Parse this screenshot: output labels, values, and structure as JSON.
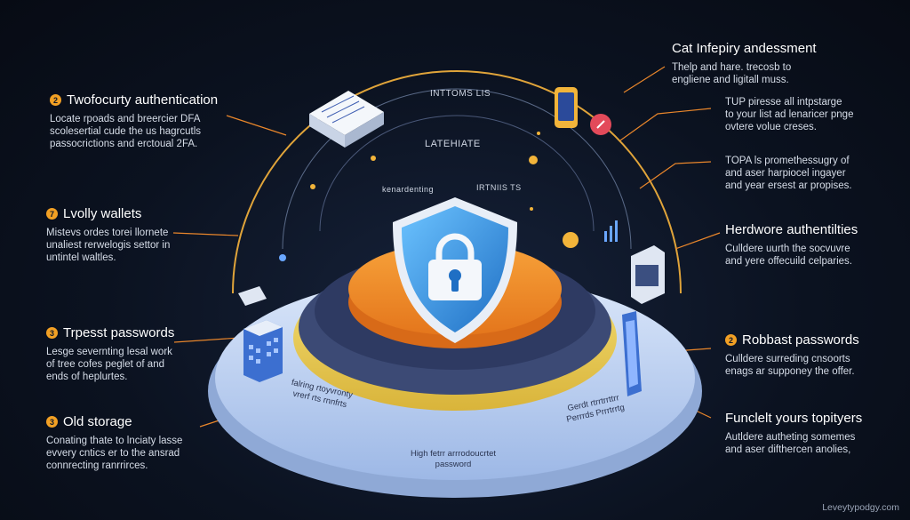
{
  "arc_top_label": "INTTOMS LIS",
  "arc_mid_label": "LATEHIATE",
  "arc_left_label": "kenardenting",
  "arc_right_label": "IRTNIIS TS",
  "center_label_line1": "High fetrr arrrodoucrtet",
  "center_label_line2": "password",
  "slab_left_label": "falring rtoyvronty\nvrerf rts rnnfrts",
  "slab_right_label": "Gerdt rtrrtrrttrr\nPerrrds Prrrtrrtg",
  "left_callouts": [
    {
      "num": "2",
      "title": "Twofocurty authentication",
      "body": "Locate rpoads and breercier DFA\nscolesertial cude the us hagrcutls\npassocrictions and erctoual 2FA."
    },
    {
      "num": "7",
      "title": "Lvolly wallets",
      "body": "Mistevs ordes torei llornete\nunaliest rerwelogis settor in\nuntintel waltles."
    },
    {
      "num": "3",
      "title": "Trpesst passwords",
      "body": "Lesge severnting lesal work\nof tree cofes peglet of and\nends of heplurtes."
    },
    {
      "num": "3",
      "title": "Old storage",
      "body": "Conating thate to lnciaty lasse\nevvery cntics er to the ansrad\nconnrecting ranrrirces."
    }
  ],
  "right_callouts": [
    {
      "num": "",
      "title": "Cat Infepiry andessment",
      "body": "Thelp and hare. trecosb to\nengliene and ligitall muss."
    },
    {
      "num": "",
      "title": "",
      "body": "TUP piresse all intpstarge\nto your list ad lenaricer pnge\novtere volue creses."
    },
    {
      "num": "",
      "title": "",
      "body": "TOPA ls promethessugry of\nand aser harpiocel ingayer\nand year ersest ar propises."
    },
    {
      "num": "",
      "title": "Herdwore authentilties",
      "body": "Culldere uurth the socvuvre\nand yere offecuild celparies."
    },
    {
      "num": "2",
      "title": "Robbast passwords",
      "body": "Culldere surreding cnsoorts\nenags ar supponey the offer."
    },
    {
      "num": "",
      "title": "Funclelt yours topityers",
      "body": "Autldere autheting somemes\nand aser difthercen anolies,"
    }
  ],
  "watermark": "Leveytypodgy.com",
  "colors": {
    "background": "#0b1220",
    "accent_orange": "#f2a024",
    "arc_gold": "#e0a43a",
    "callout_line": "#e9862b",
    "disc_outer": "#c9d9f3",
    "disc_inner": "#f5d55a",
    "disc_dark": "#3c4a75",
    "disc_orange": "#f28c28",
    "shield_blue": "#2a8fe0",
    "lock_white": "#f4f7fb"
  }
}
